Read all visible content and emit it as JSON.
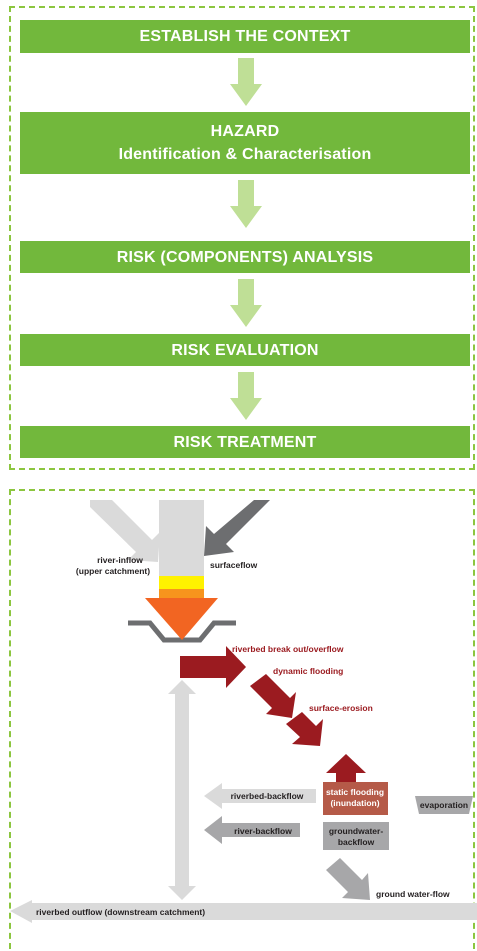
{
  "process_steps": [
    {
      "lines": [
        "ESTABLISH THE CONTEXT"
      ]
    },
    {
      "lines": [
        "HAZARD",
        "Identification & Characterisation"
      ]
    },
    {
      "lines": [
        "RISK (COMPONENTS) ANALYSIS"
      ]
    },
    {
      "lines": [
        "RISK EVALUATION"
      ]
    },
    {
      "lines": [
        "RISK TREATMENT"
      ]
    }
  ],
  "flow_diagram": {
    "river_inflow": [
      "river-inflow",
      "(upper catchment)"
    ],
    "surfaceflow": "surfaceflow",
    "riverbed_break_out": "riverbed break out/overflow",
    "dynamic_flooding": "dynamic flooding",
    "surface_erosion": "surface-erosion",
    "static_flooding": [
      "static flooding",
      "(inundation)"
    ],
    "evaporation": "evaporation",
    "riverbed_backflow": "riverbed-backflow",
    "river_backflow": "river-backflow",
    "groundwater_backflow": [
      "groundwater-",
      "backflow"
    ],
    "ground_water_flow": "ground water-flow",
    "riverbed_outflow": "riverbed outflow (downstream catchment)"
  },
  "colors": {
    "step_green": "#72b83c",
    "arrow_green": "#bfdf96",
    "frame_green": "#8cc63f",
    "light_grey": "#dadada",
    "mid_grey": "#a7a7a9",
    "dark_grey": "#6d6e70",
    "dark_red": "#9b1b20",
    "static_box": "#b55a48",
    "yellow": "#fff200",
    "orange": "#f7941d",
    "orange_red": "#f26522"
  }
}
